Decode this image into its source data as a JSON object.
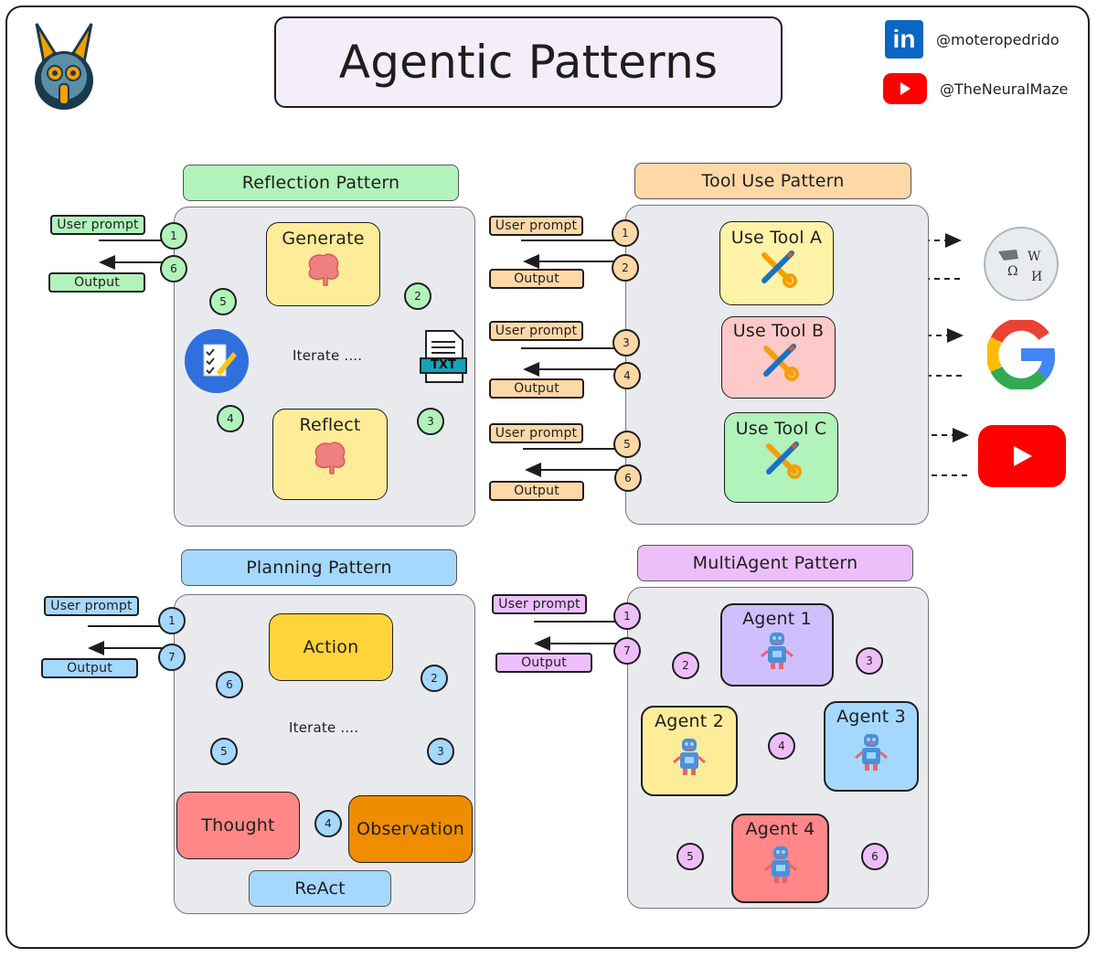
{
  "header": {
    "title": "Agentic Patterns",
    "logo_icon": "robot-rabbit-logo",
    "socials": [
      {
        "icon": "linkedin-icon",
        "handle": "@moteropedrido",
        "color": "#0a66c2"
      },
      {
        "icon": "youtube-icon",
        "handle": "@TheNeuralMaze",
        "color": "#ff0000"
      }
    ]
  },
  "reflection": {
    "title": "Reflection Pattern",
    "color": "#b2f2bb",
    "user_prompt": "User prompt",
    "output": "Output",
    "generate": "Generate",
    "reflect": "Reflect",
    "iterate": "Iterate ....",
    "txt_label": "TXT",
    "steps": [
      "1",
      "2",
      "3",
      "4",
      "5",
      "6"
    ]
  },
  "tool_use": {
    "title": "Tool Use Pattern",
    "color": "#ffd8a8",
    "tools": [
      {
        "label": "Use Tool A",
        "color": "#fff3a8",
        "in_step": "1",
        "out_step": "2",
        "user_prompt": "User prompt",
        "output": "Output",
        "service": "wikipedia-icon"
      },
      {
        "label": "Use Tool B",
        "color": "#ffc9c9",
        "in_step": "3",
        "out_step": "4",
        "user_prompt": "User prompt",
        "output": "Output",
        "service": "google-icon"
      },
      {
        "label": "Use Tool C",
        "color": "#b2f2bb",
        "in_step": "5",
        "out_step": "6",
        "user_prompt": "User prompt",
        "output": "Output",
        "service": "youtube-icon"
      }
    ]
  },
  "planning": {
    "title": "Planning Pattern",
    "color": "#a5d8ff",
    "user_prompt": "User prompt",
    "output": "Output",
    "action": "Action",
    "observation": "Observation",
    "thought": "Thought",
    "iterate": "Iterate ....",
    "react": "ReAct",
    "steps": [
      "1",
      "2",
      "3",
      "4",
      "5",
      "6",
      "7"
    ]
  },
  "multiagent": {
    "title": "MultiAgent Pattern",
    "color": "#eebefa",
    "user_prompt": "User prompt",
    "output": "Output",
    "agents": [
      {
        "label": "Agent 1",
        "color": "#d0bfff"
      },
      {
        "label": "Agent 2",
        "color": "#ffec99"
      },
      {
        "label": "Agent 3",
        "color": "#a5d8ff"
      },
      {
        "label": "Agent 4",
        "color": "#ff8787"
      }
    ],
    "steps": [
      "1",
      "2",
      "3",
      "4",
      "5",
      "6",
      "7"
    ]
  }
}
